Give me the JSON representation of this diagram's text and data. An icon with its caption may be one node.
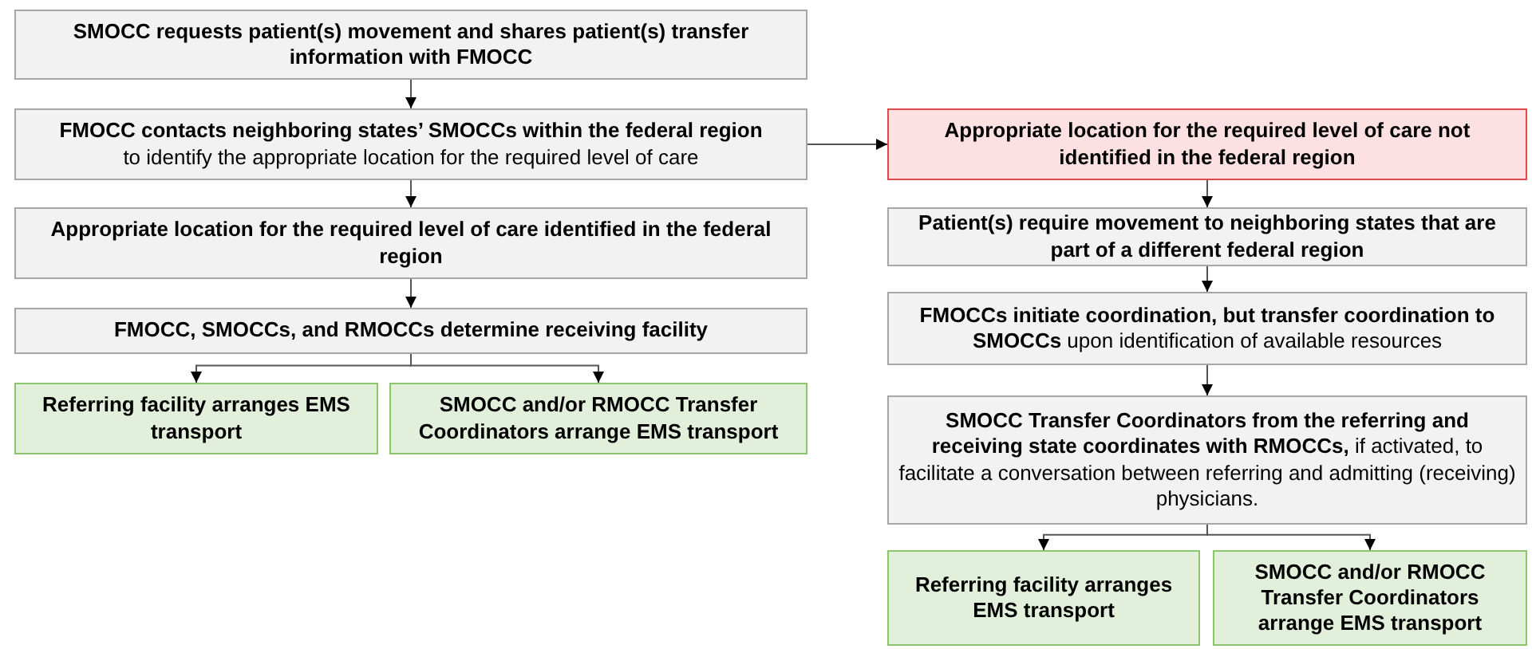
{
  "diagram": {
    "nodes": [
      {
        "text": [
          "SMOCC requests patient(s) movement and shares patient(s) transfer information with FMOCC"
        ]
      },
      {
        "text": [
          "**FMOCC contacts neighboring states’ SMOCCs within the federal region**",
          "to identify the appropriate location for the required level of care"
        ]
      },
      {
        "text": [
          "Appropriate location for the required level of care identified in the federal region"
        ]
      },
      {
        "text": [
          "FMOCC, SMOCCs, and RMOCCs determine receiving facility"
        ]
      },
      {
        "text": [
          "Referring facility arranges EMS transport"
        ]
      },
      {
        "text": [
          "SMOCC and/or RMOCC Transfer Coordinators arrange EMS transport"
        ]
      },
      {
        "text": [
          "Appropriate location for the required level of care not identified in the federal region"
        ]
      },
      {
        "text": [
          "Patient(s) require movement to neighboring states that are part of a different federal region"
        ]
      },
      {
        "text": [
          "**FMOCCs initiate coordination, but transfer coordination to SMOCCs** upon identification of available resources"
        ]
      },
      {
        "text": [
          "**SMOCC Transfer Coordinators from the referring and receiving state coordinates with RMOCCs,** if activated, to facilitate a conversation between referring and admitting (receiving) physicians."
        ]
      },
      {
        "text": [
          "Referring facility arranges EMS transport"
        ]
      },
      {
        "text": [
          "SMOCC and/or RMOCC Transfer Coordinators arrange EMS transport"
        ]
      }
    ],
    "edges": [
      {
        "from": 0,
        "to": 1,
        "arrow": "to"
      },
      {
        "from": 1,
        "to": 2,
        "arrow": "to"
      },
      {
        "from": 2,
        "to": 3,
        "arrow": "to"
      },
      {
        "from": 3,
        "to": 4,
        "arrow": "to"
      },
      {
        "from": 3,
        "to": 5,
        "arrow": "to"
      },
      {
        "from": 1,
        "to": 6,
        "arrow": "to"
      },
      {
        "from": 6,
        "to": 7,
        "arrow": "to"
      },
      {
        "from": 7,
        "to": 8,
        "arrow": "to"
      },
      {
        "from": 8,
        "to": 9,
        "arrow": "to"
      },
      {
        "from": 9,
        "to": 10,
        "arrow": "to"
      },
      {
        "from": 9,
        "to": 11,
        "arrow": "to"
      }
    ]
  }
}
